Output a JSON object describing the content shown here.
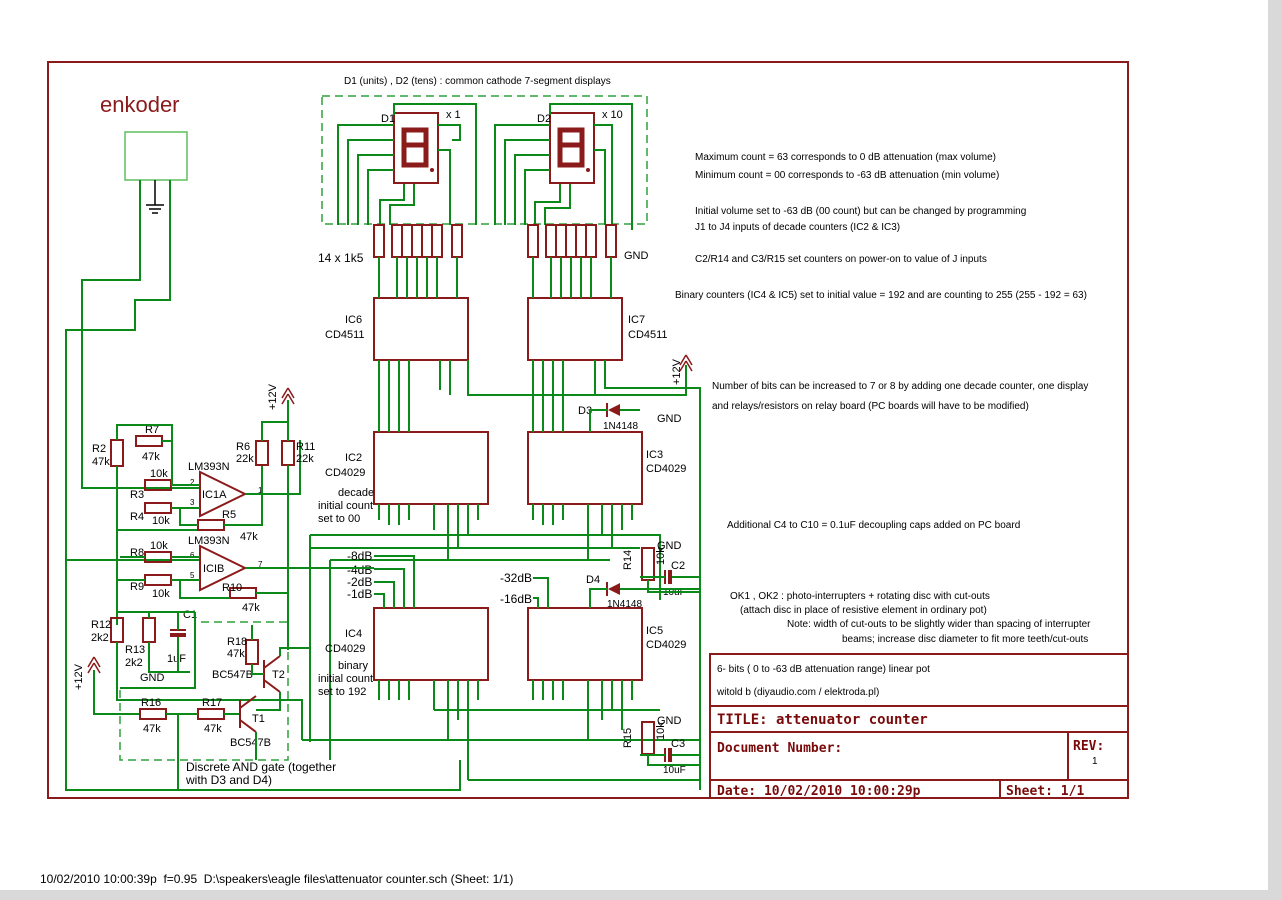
{
  "footer": "10/02/2010 10:00:39p  f=0.95  D:\\speakers\\eagle files\\attenuator counter.sch (Sheet: 1/1)",
  "labels": {
    "enkoder": "enkoder",
    "displays_title": "D1 (units) , D2 (tens) : common cathode 7-segment displays",
    "d1": "D1",
    "x1": "x 1",
    "d2": "D2",
    "x10": "x 10",
    "resistors": "14 x 1k5",
    "gnd": "GND",
    "plus12v": "+12V",
    "ic6": "IC6",
    "ic7": "IC7",
    "cd4511": "CD4511",
    "ic2": "IC2",
    "ic3": "IC3",
    "ic4": "IC4",
    "ic5": "IC5",
    "cd4029": "CD4029",
    "decade": "decade",
    "decade_init1": "initial count",
    "decade_init2": "set to 00",
    "binary": "binary",
    "binary_init1": "initial count",
    "binary_init2": "set to 192",
    "d3": "D3",
    "d4": "D4",
    "diode": "1N4148",
    "r14": "R14",
    "r15": "R15",
    "k10": "10k",
    "c2": "C2",
    "c3": "C3",
    "c2val": "10uF",
    "c1": "C1",
    "c1val": "1uF",
    "db8": "-8dB",
    "db4": "-4dB",
    "db2": "-2dB",
    "db1": "-1dB",
    "db32": "-32dB",
    "db16": "-16dB",
    "r2": "R2",
    "r7": "R7",
    "r3": "R3",
    "r4": "R4",
    "r5": "R5",
    "r6": "R6",
    "r8": "R8",
    "r9": "R9",
    "r10": "R10",
    "r11": "R11",
    "r12": "R12",
    "r13": "R13",
    "r16": "R16",
    "r17": "R17",
    "r18": "R18",
    "k47": "47k",
    "k22": "22k",
    "k2k2": "2k2",
    "lm393": "LM393N",
    "ic1a": "IC1A",
    "ic1b": "ICIB",
    "t1": "T1",
    "t2": "T2",
    "bc547b": "BC547B",
    "and_gate1": "Discrete AND gate (together",
    "and_gate2": "with D3 and D4)"
  },
  "notes": {
    "n1": "Maximum count = 63 corresponds to 0 dB attenuation (max volume)",
    "n2": "Minimum count = 00 corresponds to -63 dB attenuation (min volume)",
    "n3": "Initial volume set to -63 dB (00 count) but can be changed by programming",
    "n4": "J1 to J4 inputs of decade counters (IC2 & IC3)",
    "n5": "C2/R14 and C3/R15 set counters on power-on to value of J inputs",
    "n6": "Binary counters (IC4 & IC5) set to initial value = 192 and are counting to 255 (255 - 192 = 63)",
    "n7": "Number of bits can be increased to 7 or 8 by adding one decade counter, one display",
    "n8": "and relays/resistors on relay board (PC boards will have to be modified)",
    "n9": "Additional C4 to C10 = 0.1uF decoupling caps added on PC board",
    "n10": "OK1 , OK2 : photo-interrupters + rotating disc with cut-outs",
    "n11": "(attach disc in place of resistive element in ordinary pot)",
    "n12": "Note: width of cut-outs to be slightly wider than spacing of interrupter",
    "n13": "beams; increase disc diameter to fit more teeth/cut-outs"
  },
  "titleblock": {
    "desc": "6- bits ( 0 to -63 dB attenuation range) linear pot",
    "author": "witold b (diyaudio.com / elektroda.pl)",
    "title": "TITLE:  attenuator counter",
    "docnum": "Document Number:",
    "rev_label": "REV:",
    "rev": "1",
    "date": "Date: 10/02/2010 10:00:29p",
    "sheet": "Sheet: 1/1"
  },
  "colors": {
    "frame": "#8b1a1a",
    "wire": "#0b8a1a",
    "dashed": "#2fa23a"
  }
}
